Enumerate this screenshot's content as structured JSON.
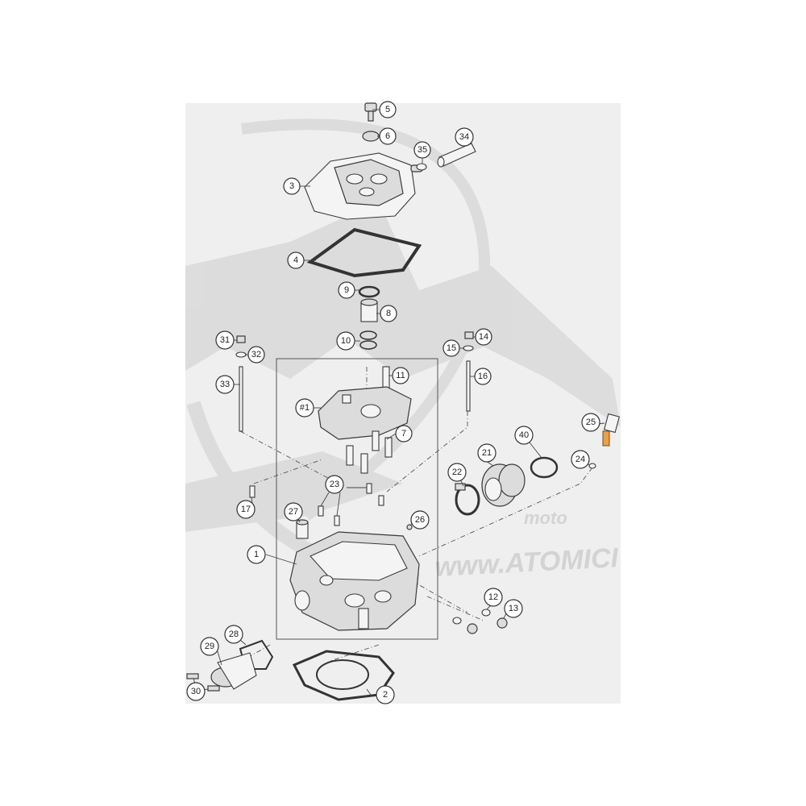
{
  "diagram": {
    "watermark": {
      "brand": "moto",
      "url": "www.ATOMICI"
    },
    "callouts": [
      "1",
      "2",
      "3",
      "4",
      "5",
      "6",
      "7",
      "8",
      "9",
      "10",
      "11",
      "12",
      "13",
      "14",
      "15",
      "16",
      "17",
      "21",
      "22",
      "23",
      "24",
      "25",
      "26",
      "27",
      "28",
      "29",
      "30",
      "31",
      "32",
      "33",
      "34",
      "35",
      "40",
      "#1"
    ],
    "colors": {
      "background": "#efefef",
      "part_fill": "#dcdcdc",
      "outline": "#3a3a3a",
      "accent_orange": "#e9a24a"
    }
  }
}
